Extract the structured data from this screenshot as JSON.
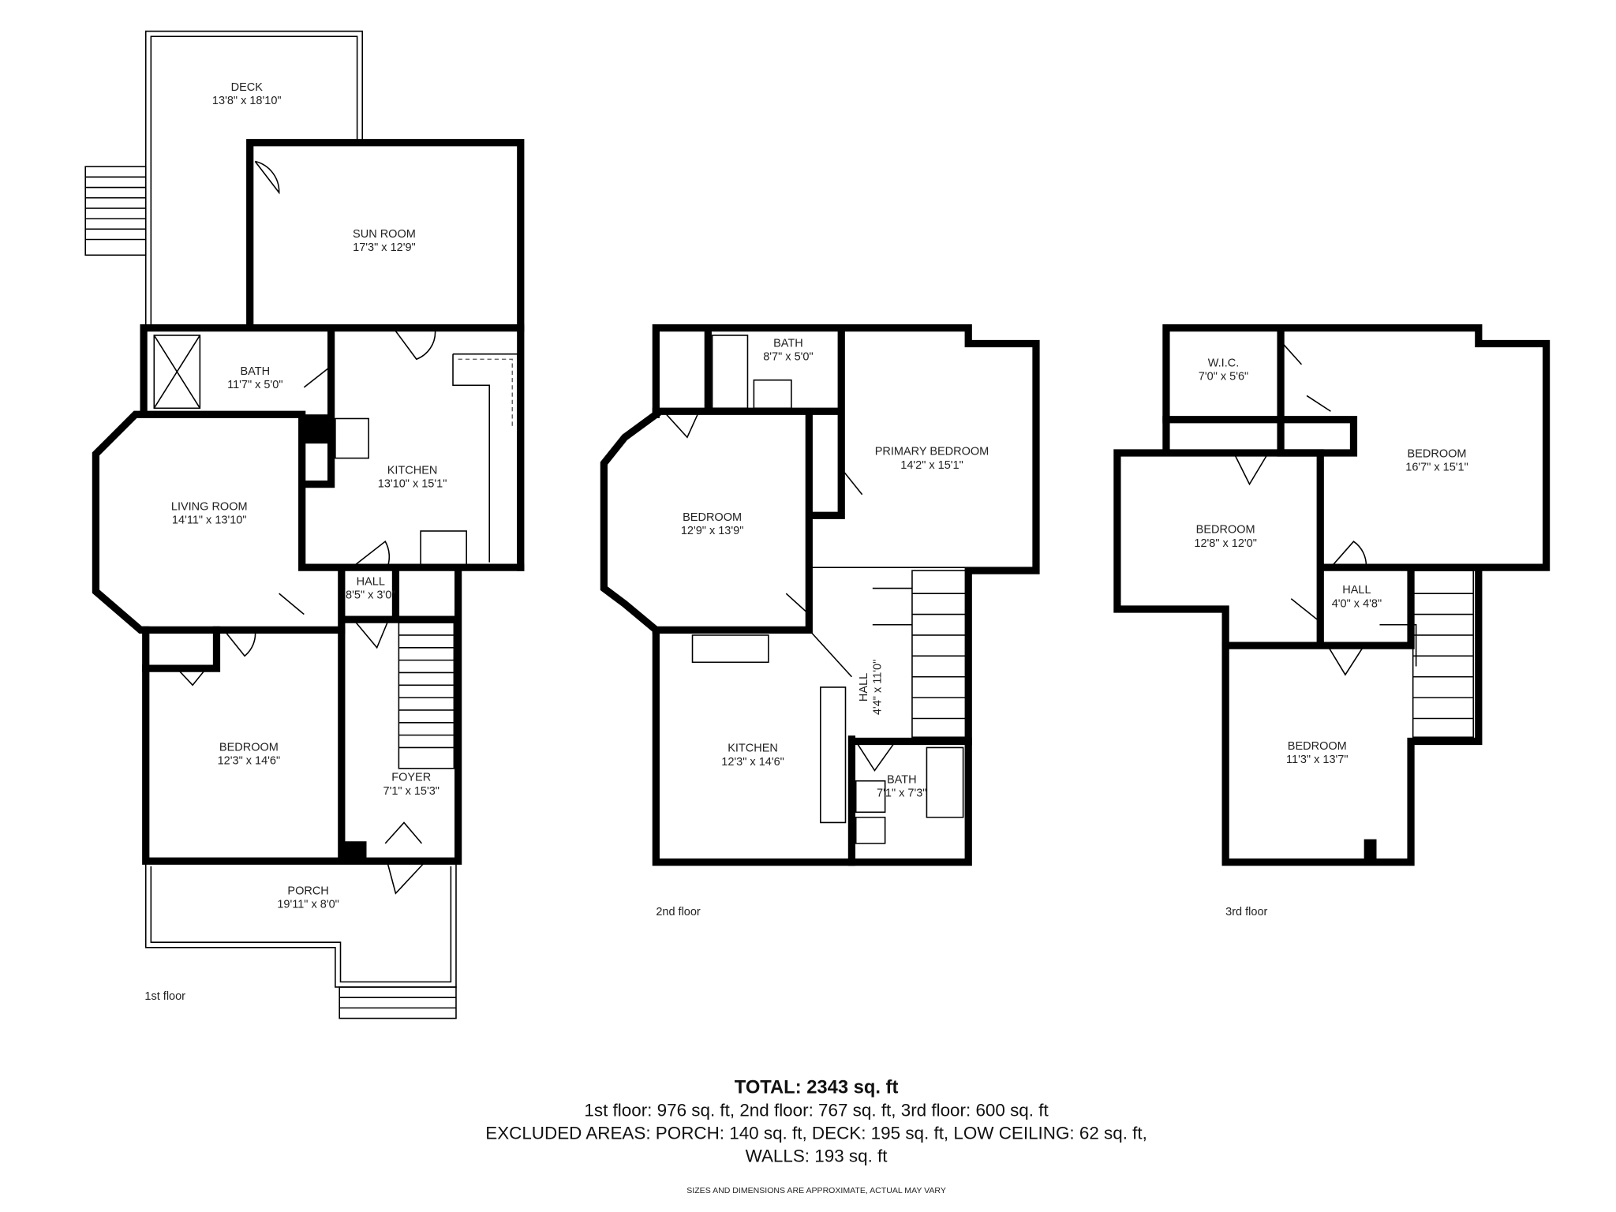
{
  "floors": [
    {
      "label": "1st floor",
      "rooms": [
        {
          "name": "DECK",
          "dims": "13'8\" x 18'10\""
        },
        {
          "name": "SUN ROOM",
          "dims": "17'3\" x 12'9\""
        },
        {
          "name": "BATH",
          "dims": "11'7\" x 5'0\""
        },
        {
          "name": "KITCHEN",
          "dims": "13'10\" x 15'1\""
        },
        {
          "name": "LIVING ROOM",
          "dims": "14'11\" x 13'10\""
        },
        {
          "name": "HALL",
          "dims": "8'5\" x 3'0\""
        },
        {
          "name": "BEDROOM",
          "dims": "12'3\" x 14'6\""
        },
        {
          "name": "FOYER",
          "dims": "7'1\" x 15'3\""
        },
        {
          "name": "PORCH",
          "dims": "19'11\" x 8'0\""
        }
      ]
    },
    {
      "label": "2nd floor",
      "rooms": [
        {
          "name": "BATH",
          "dims": "8'7\" x 5'0\""
        },
        {
          "name": "PRIMARY BEDROOM",
          "dims": "14'2\" x 15'1\""
        },
        {
          "name": "BEDROOM",
          "dims": "12'9\" x 13'9\""
        },
        {
          "name": "KITCHEN",
          "dims": "12'3\" x 14'6\""
        },
        {
          "name": "HALL",
          "dims": "4'4\" x 11'0\""
        },
        {
          "name": "BATH",
          "dims": "7'1\" x 7'3\""
        }
      ]
    },
    {
      "label": "3rd floor",
      "rooms": [
        {
          "name": "W.I.C.",
          "dims": "7'0\" x 5'6\""
        },
        {
          "name": "BEDROOM",
          "dims": "16'7\" x 15'1\""
        },
        {
          "name": "BEDROOM",
          "dims": "12'8\" x 12'0\""
        },
        {
          "name": "HALL",
          "dims": "4'0\" x 4'8\""
        },
        {
          "name": "BEDROOM",
          "dims": "11'3\" x 13'7\""
        }
      ]
    }
  ],
  "summary": {
    "total": "TOTAL: 2343 sq. ft",
    "floors_line": "1st floor: 976 sq. ft, 2nd floor: 767 sq. ft, 3rd floor: 600 sq. ft",
    "excluded_line": "EXCLUDED AREAS: PORCH: 140 sq. ft, DECK: 195 sq. ft, LOW CEILING: 62 sq. ft,",
    "walls_line": "WALLS: 193 sq. ft",
    "disclaimer": "SIZES AND DIMENSIONS ARE APPROXIMATE, ACTUAL MAY VARY"
  }
}
